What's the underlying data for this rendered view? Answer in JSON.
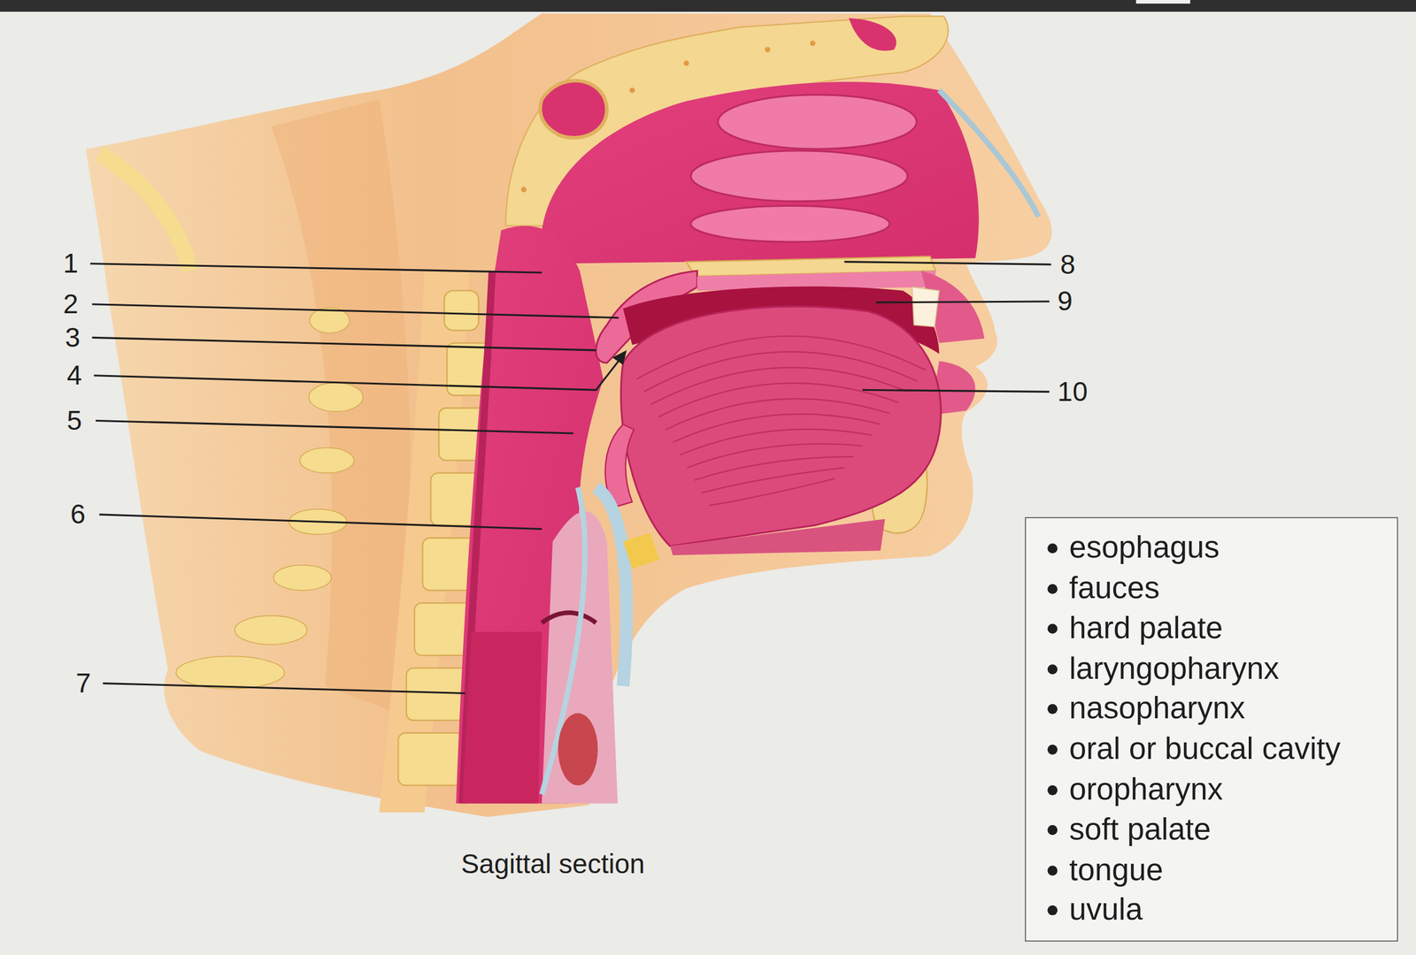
{
  "diagram": {
    "caption": "Sagittal section",
    "nodes": [
      {
        "text": [
          "esophagus",
          "fauces",
          "hard palate",
          "laryngopharynx",
          "nasopharynx",
          "oral or buccal cavity",
          "oropharynx",
          "soft palate",
          "tongue",
          "uvula"
        ]
      }
    ],
    "labels": [
      "1",
      "2",
      "3",
      "4",
      "5",
      "6",
      "7",
      "8",
      "9",
      "10"
    ]
  }
}
